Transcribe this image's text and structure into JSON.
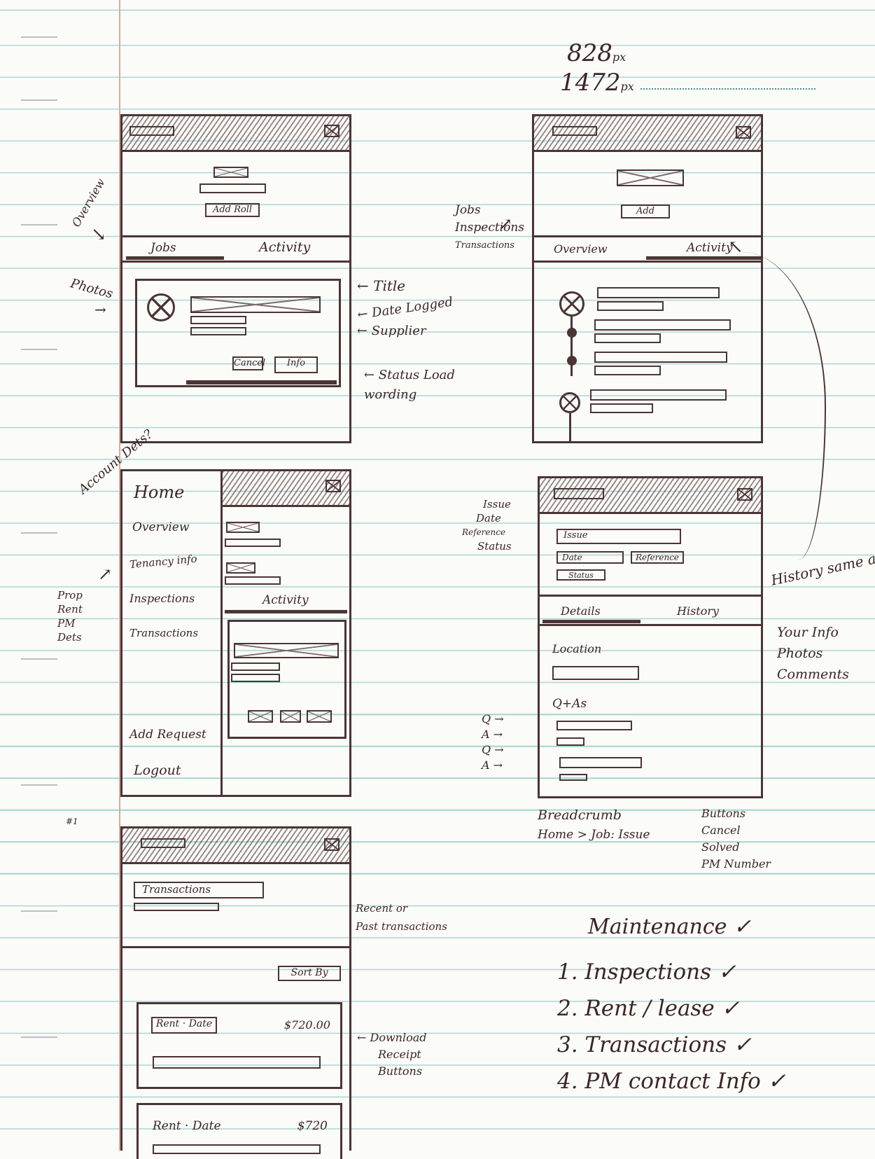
{
  "header": {
    "size_w": "828",
    "size_w_unit": "px",
    "size_h": "1472",
    "size_h_unit": "px"
  },
  "screen_jobs": {
    "add_button": "Add Roll",
    "tabs": [
      "Jobs",
      "Activity"
    ],
    "card_buttons": [
      "Cancel",
      "Info"
    ]
  },
  "screen_overview": {
    "add_button": "Add",
    "tabs": [
      "Overview",
      "Activity"
    ]
  },
  "screen_menu": {
    "menu_items": [
      "Home",
      "Overview",
      "Tenancy info",
      "Inspections",
      "Transactions",
      "Add Request",
      "Logout"
    ],
    "tab": "Activity"
  },
  "screen_issue": {
    "fields": [
      "Issue",
      "Date",
      "Reference",
      "Status"
    ],
    "tabs": [
      "Details",
      "History"
    ],
    "section_location": "Location",
    "section_qa": "Q+As"
  },
  "screen_transactions": {
    "title_field": "Transactions",
    "sort_button": "Sort By",
    "rows": [
      {
        "label": "Rent · Date",
        "amount": "$720.00"
      },
      {
        "label": "Rent · Date",
        "amount": "$720"
      }
    ]
  },
  "annotations": {
    "overview": "Overview",
    "photos": "Photos",
    "title": "← Title",
    "date_logged": "← Date Logged",
    "supplier": "← Supplier",
    "status": "← Status Load wording",
    "jobs_inspection": [
      "Jobs",
      "Inspections",
      "Transactions"
    ],
    "account_dets": "Account Dets?",
    "prop_rent": [
      "Prop",
      "Rent",
      "PM",
      "Dets"
    ],
    "issue_arrows": [
      "Issue",
      "Date",
      "Reference",
      "Status"
    ],
    "history_same": "History same as",
    "your_info": [
      "Your Info",
      "Photos",
      "Comments"
    ],
    "qa_letters": [
      "Q",
      "A",
      "Q",
      "A"
    ],
    "breadcrumb_title": "Breadcrumb",
    "breadcrumb_path": "Home > Job: Issue",
    "buttons_list": [
      "Buttons",
      "Cancel",
      "Solved",
      "PM Number"
    ],
    "recent_past": [
      "Recent or",
      "Past transactions"
    ],
    "download": [
      "← Download",
      "Receipt",
      "Buttons"
    ],
    "marker": "#1"
  },
  "checklist": {
    "title": "Maintenance ✓",
    "items": [
      "1. Inspections ✓",
      "2. Rent / lease ✓",
      "3. Transactions ✓",
      "4. PM contact Info ✓"
    ]
  }
}
